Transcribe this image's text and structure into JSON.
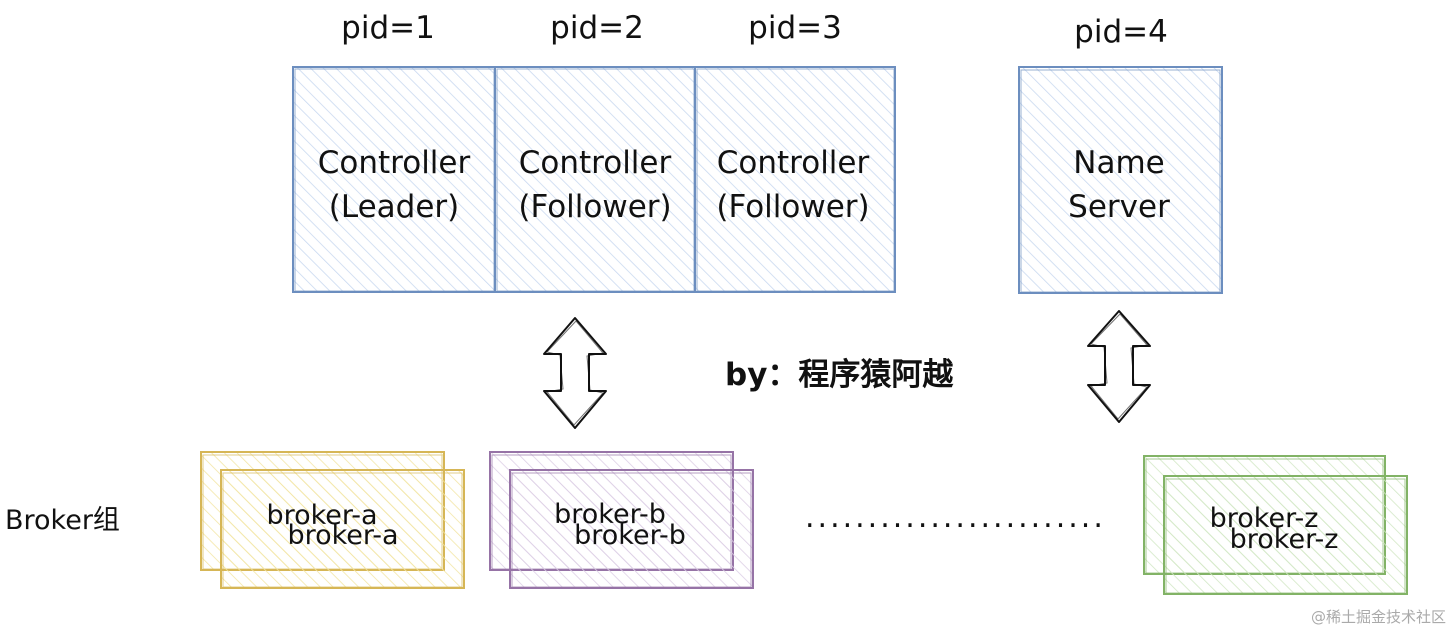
{
  "pids": [
    "pid=1",
    "pid=2",
    "pid=3",
    "pid=4"
  ],
  "controllers": [
    {
      "line1": "Controller",
      "line2": "(Leader)"
    },
    {
      "line1": "Controller",
      "line2": "(Follower)"
    },
    {
      "line1": "Controller",
      "line2": "(Follower)"
    }
  ],
  "name_server": {
    "line1": "Name",
    "line2": "Server"
  },
  "author": "by：程序猿阿越",
  "broker_group_label": "Broker组",
  "brokers": [
    {
      "label_back": "broker-a",
      "label_front": "broker-a",
      "color": "#d6b656"
    },
    {
      "label_back": "broker-b",
      "label_front": "broker-b",
      "color": "#9673a6"
    },
    {
      "label_back": "broker-z",
      "label_front": "broker-z",
      "color": "#82b366"
    }
  ],
  "ellipsis": "........................",
  "watermark": "@稀土掘金技术社区",
  "colors": {
    "controller_stroke": "#6c8ebf",
    "controller_fill": "#dae8fc"
  }
}
